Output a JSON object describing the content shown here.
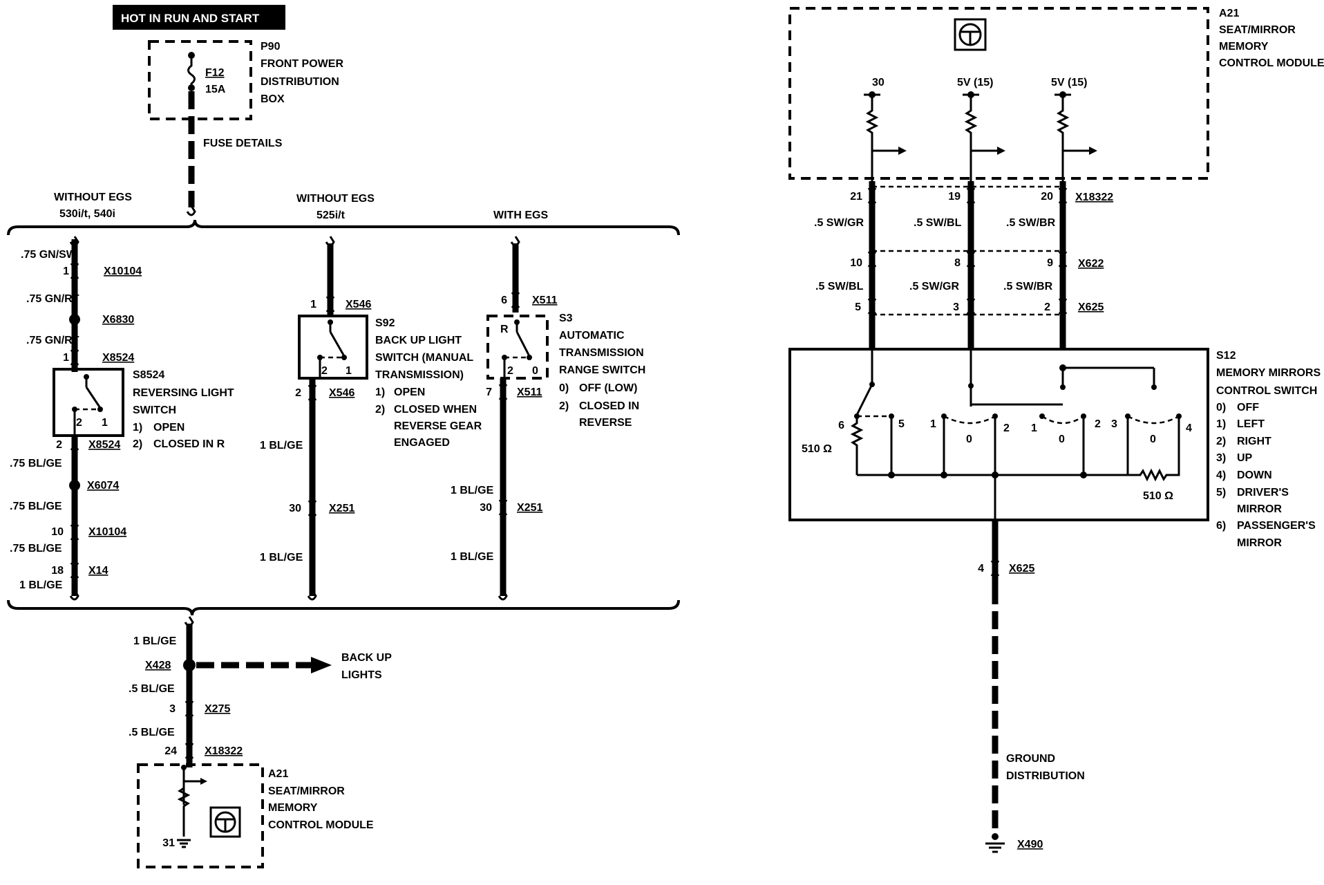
{
  "header": {
    "power": "HOT IN RUN AND START"
  },
  "fusebox": {
    "name": "P90",
    "line1": "FRONT POWER",
    "line2": "DISTRIBUTION",
    "line3": "BOX",
    "fuse": "F12",
    "rating": "15A",
    "details": "FUSE DETAILS"
  },
  "branches": {
    "a_line1": "WITHOUT EGS",
    "a_line2": "530i/t, 540i",
    "b_line1": "WITHOUT EGS",
    "b_line2": "525i/t",
    "c_line1": "WITH EGS"
  },
  "branch_a": {
    "wire1": ".75 GN/SW",
    "pin1": "1",
    "conn1": "X10104",
    "wire2": ".75 GN/RT",
    "splice1": "X6830",
    "wire3": ".75 GN/RT",
    "pin2": "1",
    "conn2": "X8524",
    "sw_name": "S8524",
    "sw_l1": "REVERSING LIGHT",
    "sw_l2": "SWITCH",
    "st1n": "1)",
    "st1": "OPEN",
    "st2n": "2)",
    "st2": "CLOSED IN R",
    "c2": "2",
    "c1": "1",
    "pin3": "2",
    "conn3": "X8524",
    "wire4": ".75 BL/GE",
    "splice2": "X6074",
    "wire5": ".75 BL/GE",
    "pin4": "10",
    "conn4": "X10104",
    "wire6": ".75 BL/GE",
    "pin5": "18",
    "conn5": "X14",
    "wire7": "1 BL/GE"
  },
  "branch_b": {
    "pin1": "1",
    "conn1": "X546",
    "sw_name": "S92",
    "sw_l1": "BACK UP LIGHT",
    "sw_l2": "SWITCH (MANUAL",
    "sw_l3": "TRANSMISSION)",
    "st1n": "1)",
    "st1": "OPEN",
    "st2n": "2)",
    "st2a": "CLOSED WHEN",
    "st2b": "REVERSE GEAR",
    "st2c": "ENGAGED",
    "c2": "2",
    "c1": "1",
    "pin2": "2",
    "conn2": "X546",
    "wire1": "1 BL/GE",
    "pin3": "30",
    "conn3": "X251",
    "wire2": "1 BL/GE"
  },
  "branch_c": {
    "pin1": "6",
    "conn1": "X511",
    "sw_name": "S3",
    "sw_l1": "AUTOMATIC",
    "sw_l2": "TRANSMISSION",
    "sw_l3": "RANGE SWITCH",
    "st0n": "0)",
    "st0": "OFF (LOW)",
    "st2n": "2)",
    "st2a": "CLOSED IN",
    "st2b": "REVERSE",
    "cr": "R",
    "c2": "2",
    "c0": "0",
    "pin2": "7",
    "conn2": "X511",
    "wire1": "1 BL/GE",
    "pin3": "30",
    "conn3": "X251",
    "wire2": "1 BL/GE"
  },
  "bottom_left": {
    "wire1": "1 BL/GE",
    "splice": "X428",
    "backup1": "BACK UP",
    "backup2": "LIGHTS",
    "wire2": ".5 BL/GE",
    "pin1": "3",
    "conn1": "X275",
    "wire3": ".5 BL/GE",
    "pin2": "24",
    "conn2": "X18322",
    "module_name": "A21",
    "module_l1": "SEAT/MIRROR",
    "module_l2": "MEMORY",
    "module_l3": "CONTROL MODULE",
    "pin_ground": "31"
  },
  "right": {
    "module_name": "A21",
    "module_l1": "SEAT/MIRROR",
    "module_l2": "MEMORY",
    "module_l3": "CONTROL MODULE",
    "term1": "30",
    "term2": "5V (15)",
    "term3": "5V (15)",
    "p21": "21",
    "p19": "19",
    "p20": "20",
    "conn_a": "X18322",
    "w1": ".5 SW/GR",
    "w2": ".5 SW/BL",
    "w3": ".5 SW/BR",
    "p10": "10",
    "p8": "8",
    "p9": "9",
    "conn_b": "X622",
    "w4": ".5 SW/BL",
    "w5": ".5 SW/GR",
    "w6": ".5 SW/BR",
    "p5": "5",
    "p3": "3",
    "p2": "2",
    "conn_c": "X625",
    "sw_name": "S12",
    "sw_l1": "MEMORY MIRRORS",
    "sw_l2": "CONTROL SWITCH",
    "legend": [
      {
        "n": "0)",
        "t": "OFF"
      },
      {
        "n": "1)",
        "t": "LEFT"
      },
      {
        "n": "2)",
        "t": "RIGHT"
      },
      {
        "n": "3)",
        "t": "UP"
      },
      {
        "n": "4)",
        "t": "DOWN"
      },
      {
        "n": "5)",
        "t": "DRIVER'S"
      },
      {
        "n": "",
        "t": "MIRROR"
      },
      {
        "n": "6)",
        "t": "PASSENGER'S"
      },
      {
        "n": "",
        "t": "MIRROR"
      }
    ],
    "res1": "510 Ω",
    "res2": "510 Ω",
    "c6": "6",
    "c5": "5",
    "c1a": "1",
    "c0a": "0",
    "c2a": "2",
    "c1b": "1",
    "c0b": "0",
    "c2b": "2",
    "c3": "3",
    "c0c": "0",
    "c4": "4",
    "pin_out": "4",
    "conn_out": "X625",
    "ground1": "GROUND",
    "ground2": "DISTRIBUTION",
    "ground_conn": "X490"
  }
}
